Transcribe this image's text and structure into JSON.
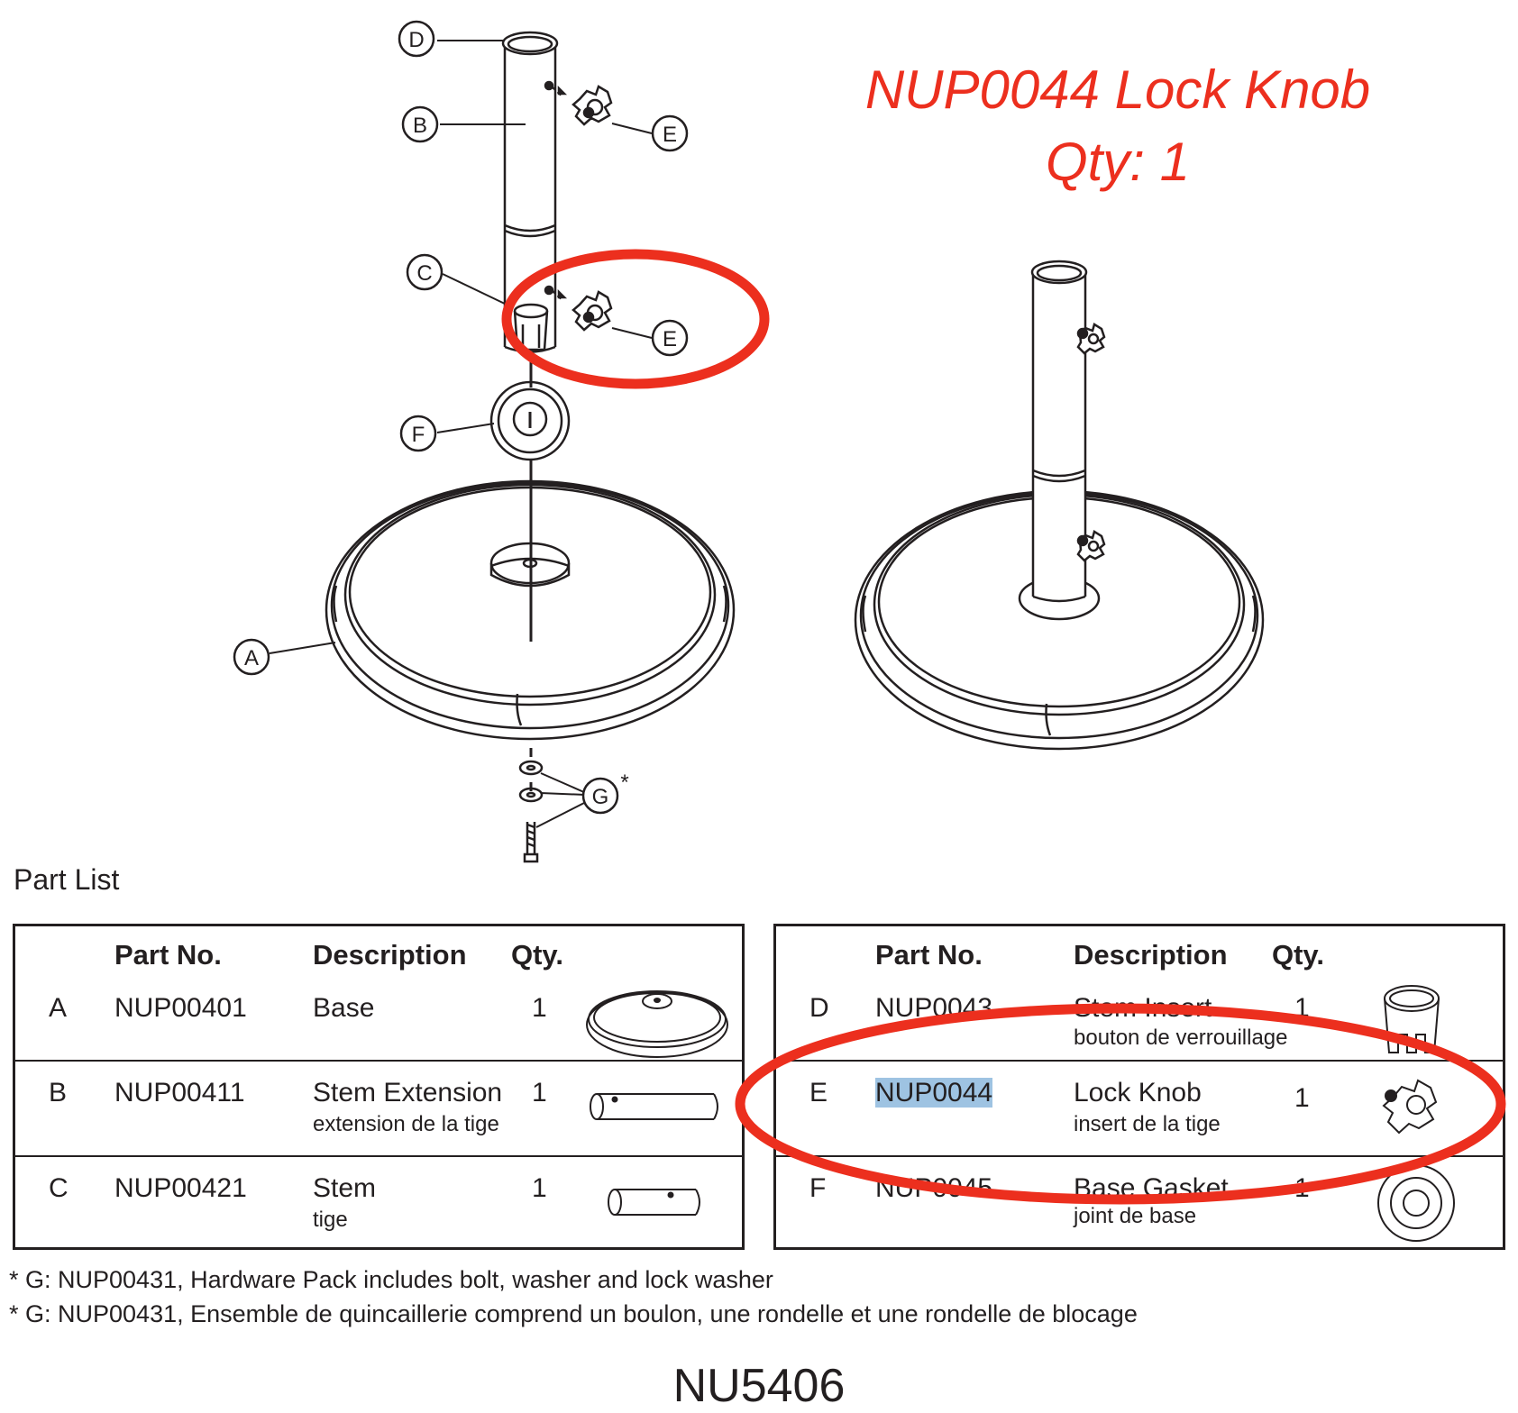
{
  "title": {
    "part_label": "NUP0044 Lock Knob",
    "qty_label": "Qty: 1",
    "accent_color": "#ec2f1e"
  },
  "diagram": {
    "callouts": [
      "D",
      "B",
      "E",
      "C",
      "E",
      "F",
      "A",
      "G"
    ],
    "asterisk": "*"
  },
  "part_list": {
    "heading": "Part List",
    "headers": {
      "part_no": "Part No.",
      "description": "Description",
      "qty": "Qty."
    },
    "left_rows": [
      {
        "letter": "A",
        "part_no": "NUP00401",
        "description": "Base",
        "sub": "",
        "qty": "1",
        "icon": "base-icon"
      },
      {
        "letter": "B",
        "part_no": "NUP00411",
        "description": "Stem Extension",
        "sub": "extension de la tige",
        "qty": "1",
        "icon": "stem-extension-icon"
      },
      {
        "letter": "C",
        "part_no": "NUP00421",
        "description": "Stem",
        "sub": "tige",
        "qty": "1",
        "icon": "stem-icon"
      }
    ],
    "right_rows": [
      {
        "letter": "D",
        "part_no": "NUP0043",
        "description": "Stem Insert",
        "sub": "bouton de verrouillage",
        "qty": "1",
        "icon": "stem-insert-icon"
      },
      {
        "letter": "E",
        "part_no": "NUP0044",
        "description": "Lock Knob",
        "sub": "insert de la tige",
        "qty": "1",
        "icon": "lock-knob-icon"
      },
      {
        "letter": "F",
        "part_no": "NUP0045",
        "description": "Base Gasket",
        "sub": "joint de base",
        "qty": "1",
        "icon": "base-gasket-icon"
      }
    ],
    "highlight_color": "#9ec3e2"
  },
  "notes": [
    "* G: NUP00431, Hardware Pack includes bolt, washer and lock washer",
    "* G: NUP00431, Ensemble de quincaillerie comprend un boulon, une rondelle et une rondelle de blocage"
  ],
  "model_number": "NU5406"
}
